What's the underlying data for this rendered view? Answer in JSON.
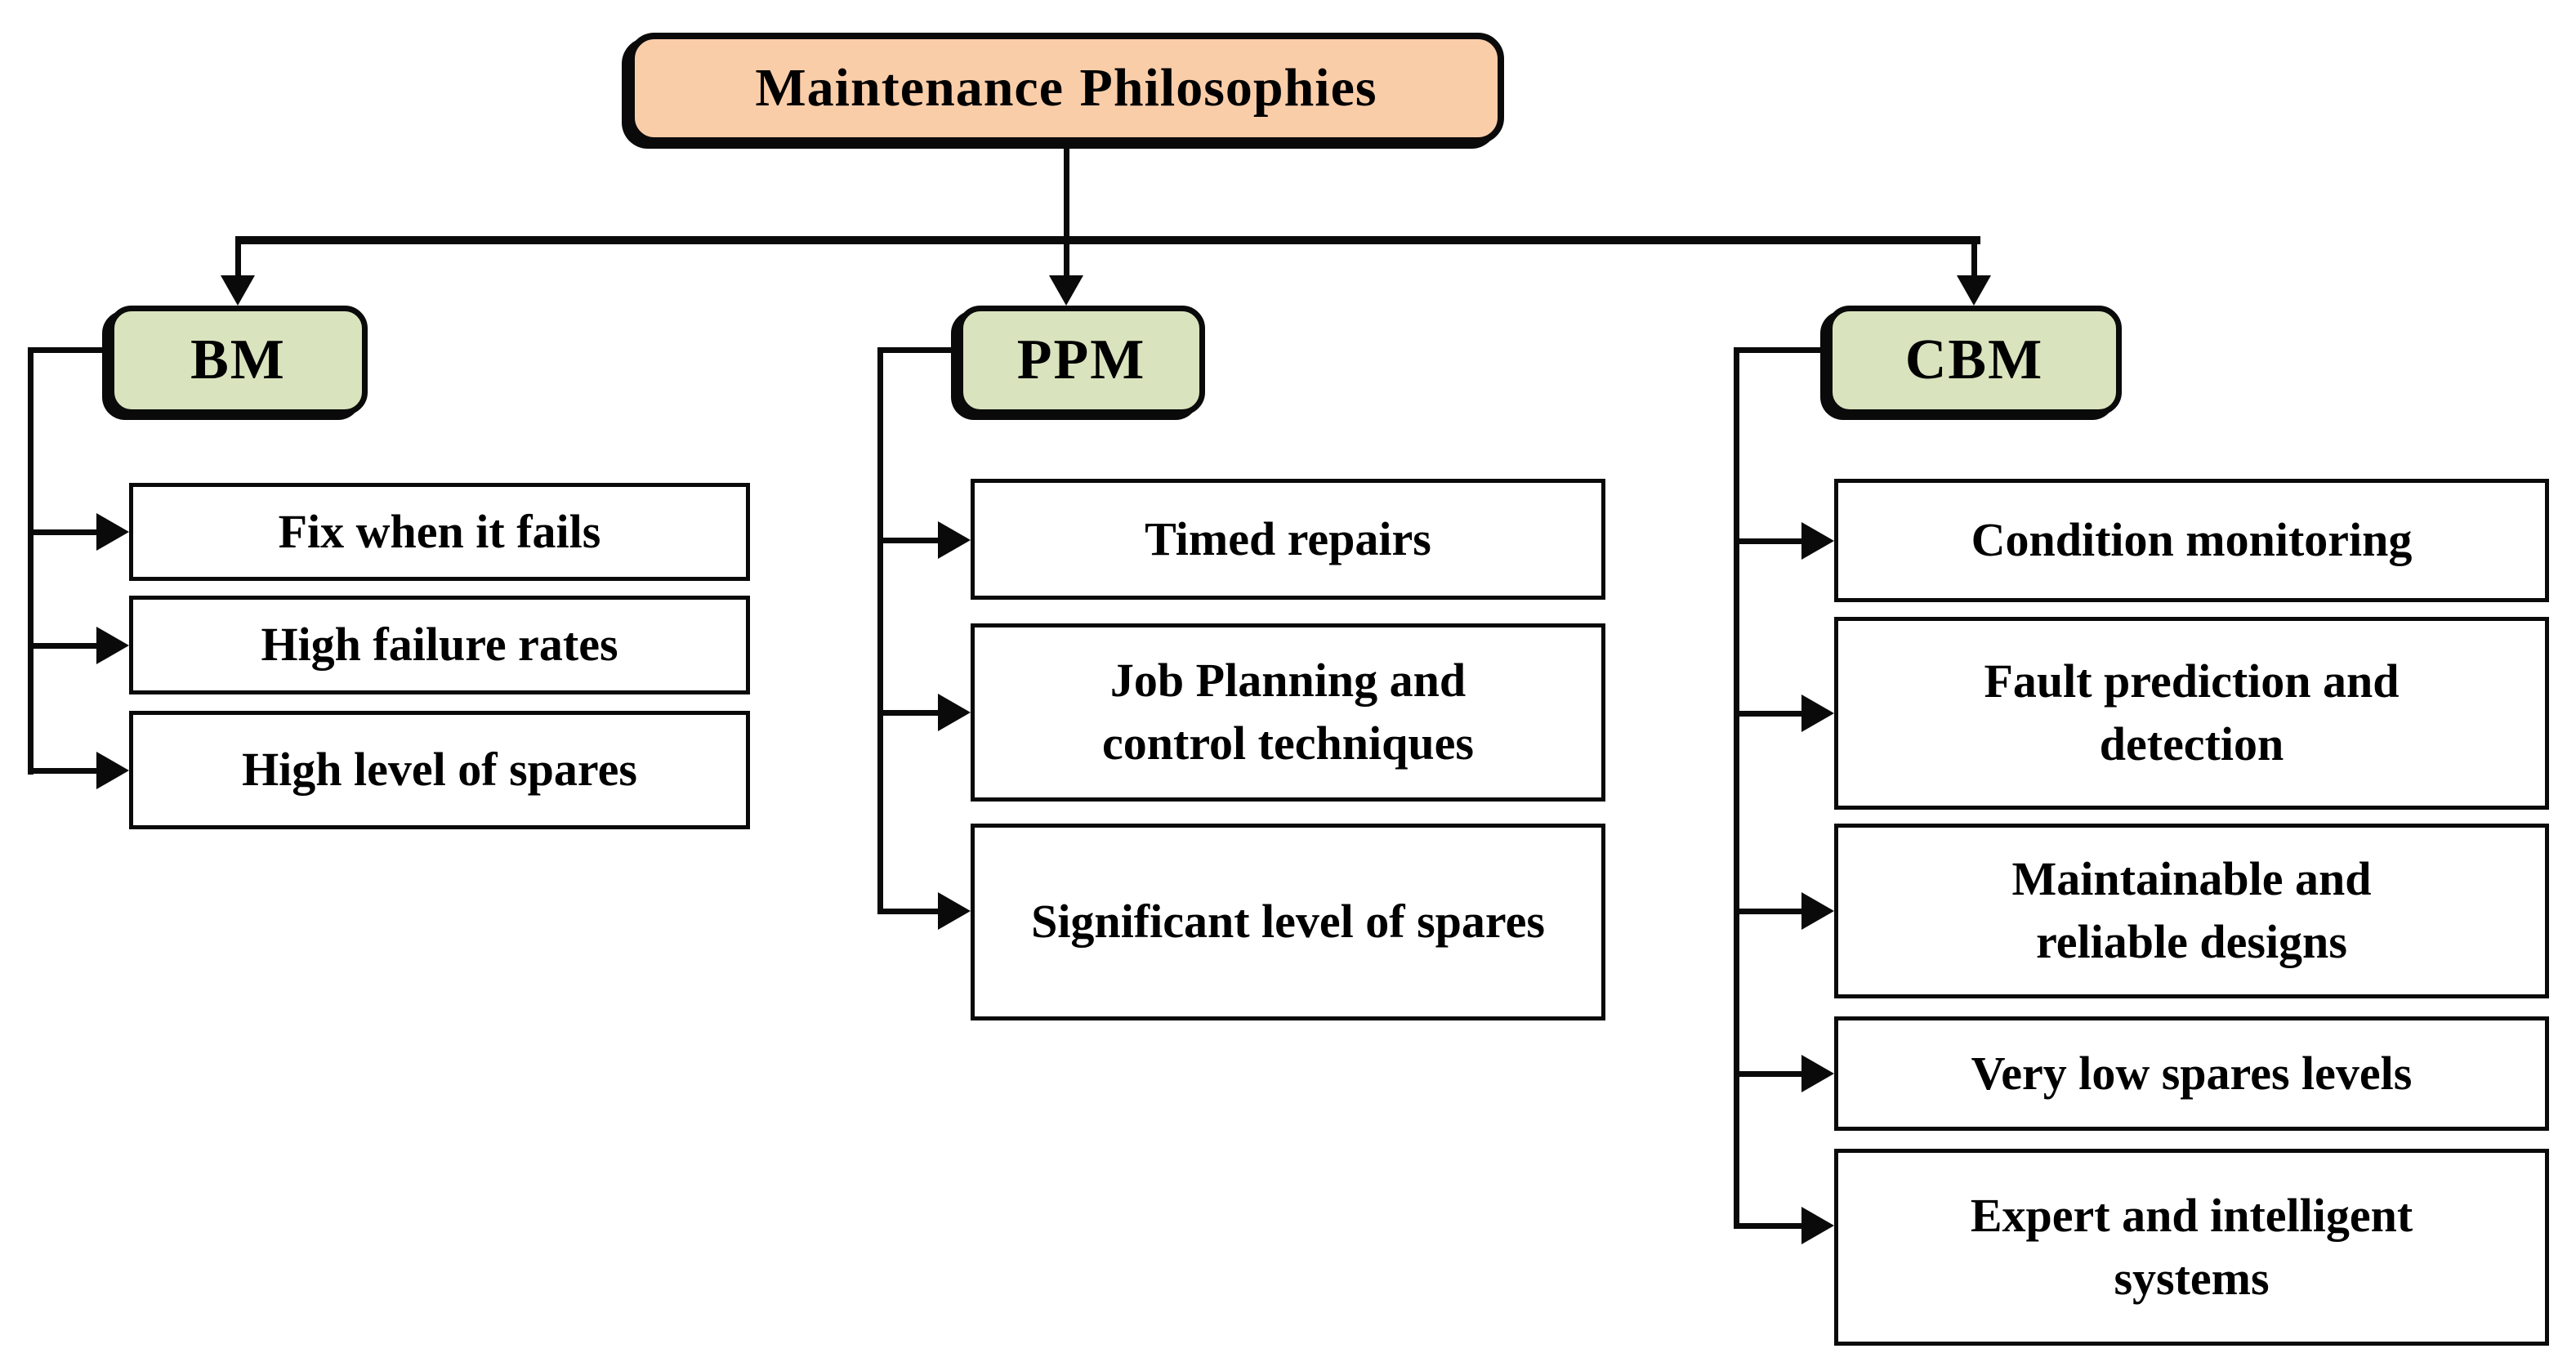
{
  "title": {
    "label": "Maintenance Philosophies"
  },
  "colors": {
    "line": "#0A0A0A",
    "root_fill": "#FACDA9",
    "branch_fill": "#D9E3BD",
    "child_fill": "#FFFFFF",
    "background": "#FFFFFF"
  },
  "branches": [
    {
      "label": "BM",
      "children": [
        "Fix when it fails",
        "High failure rates",
        "High level of spares"
      ]
    },
    {
      "label": "PPM",
      "children": [
        "Timed repairs",
        "Job Planning and control techniques",
        "Significant level of spares"
      ]
    },
    {
      "label": "CBM",
      "children": [
        "Condition monitoring",
        "Fault prediction and detection",
        "Maintainable and reliable designs",
        "Very low spares levels",
        "Expert and intelligent systems"
      ]
    }
  ]
}
